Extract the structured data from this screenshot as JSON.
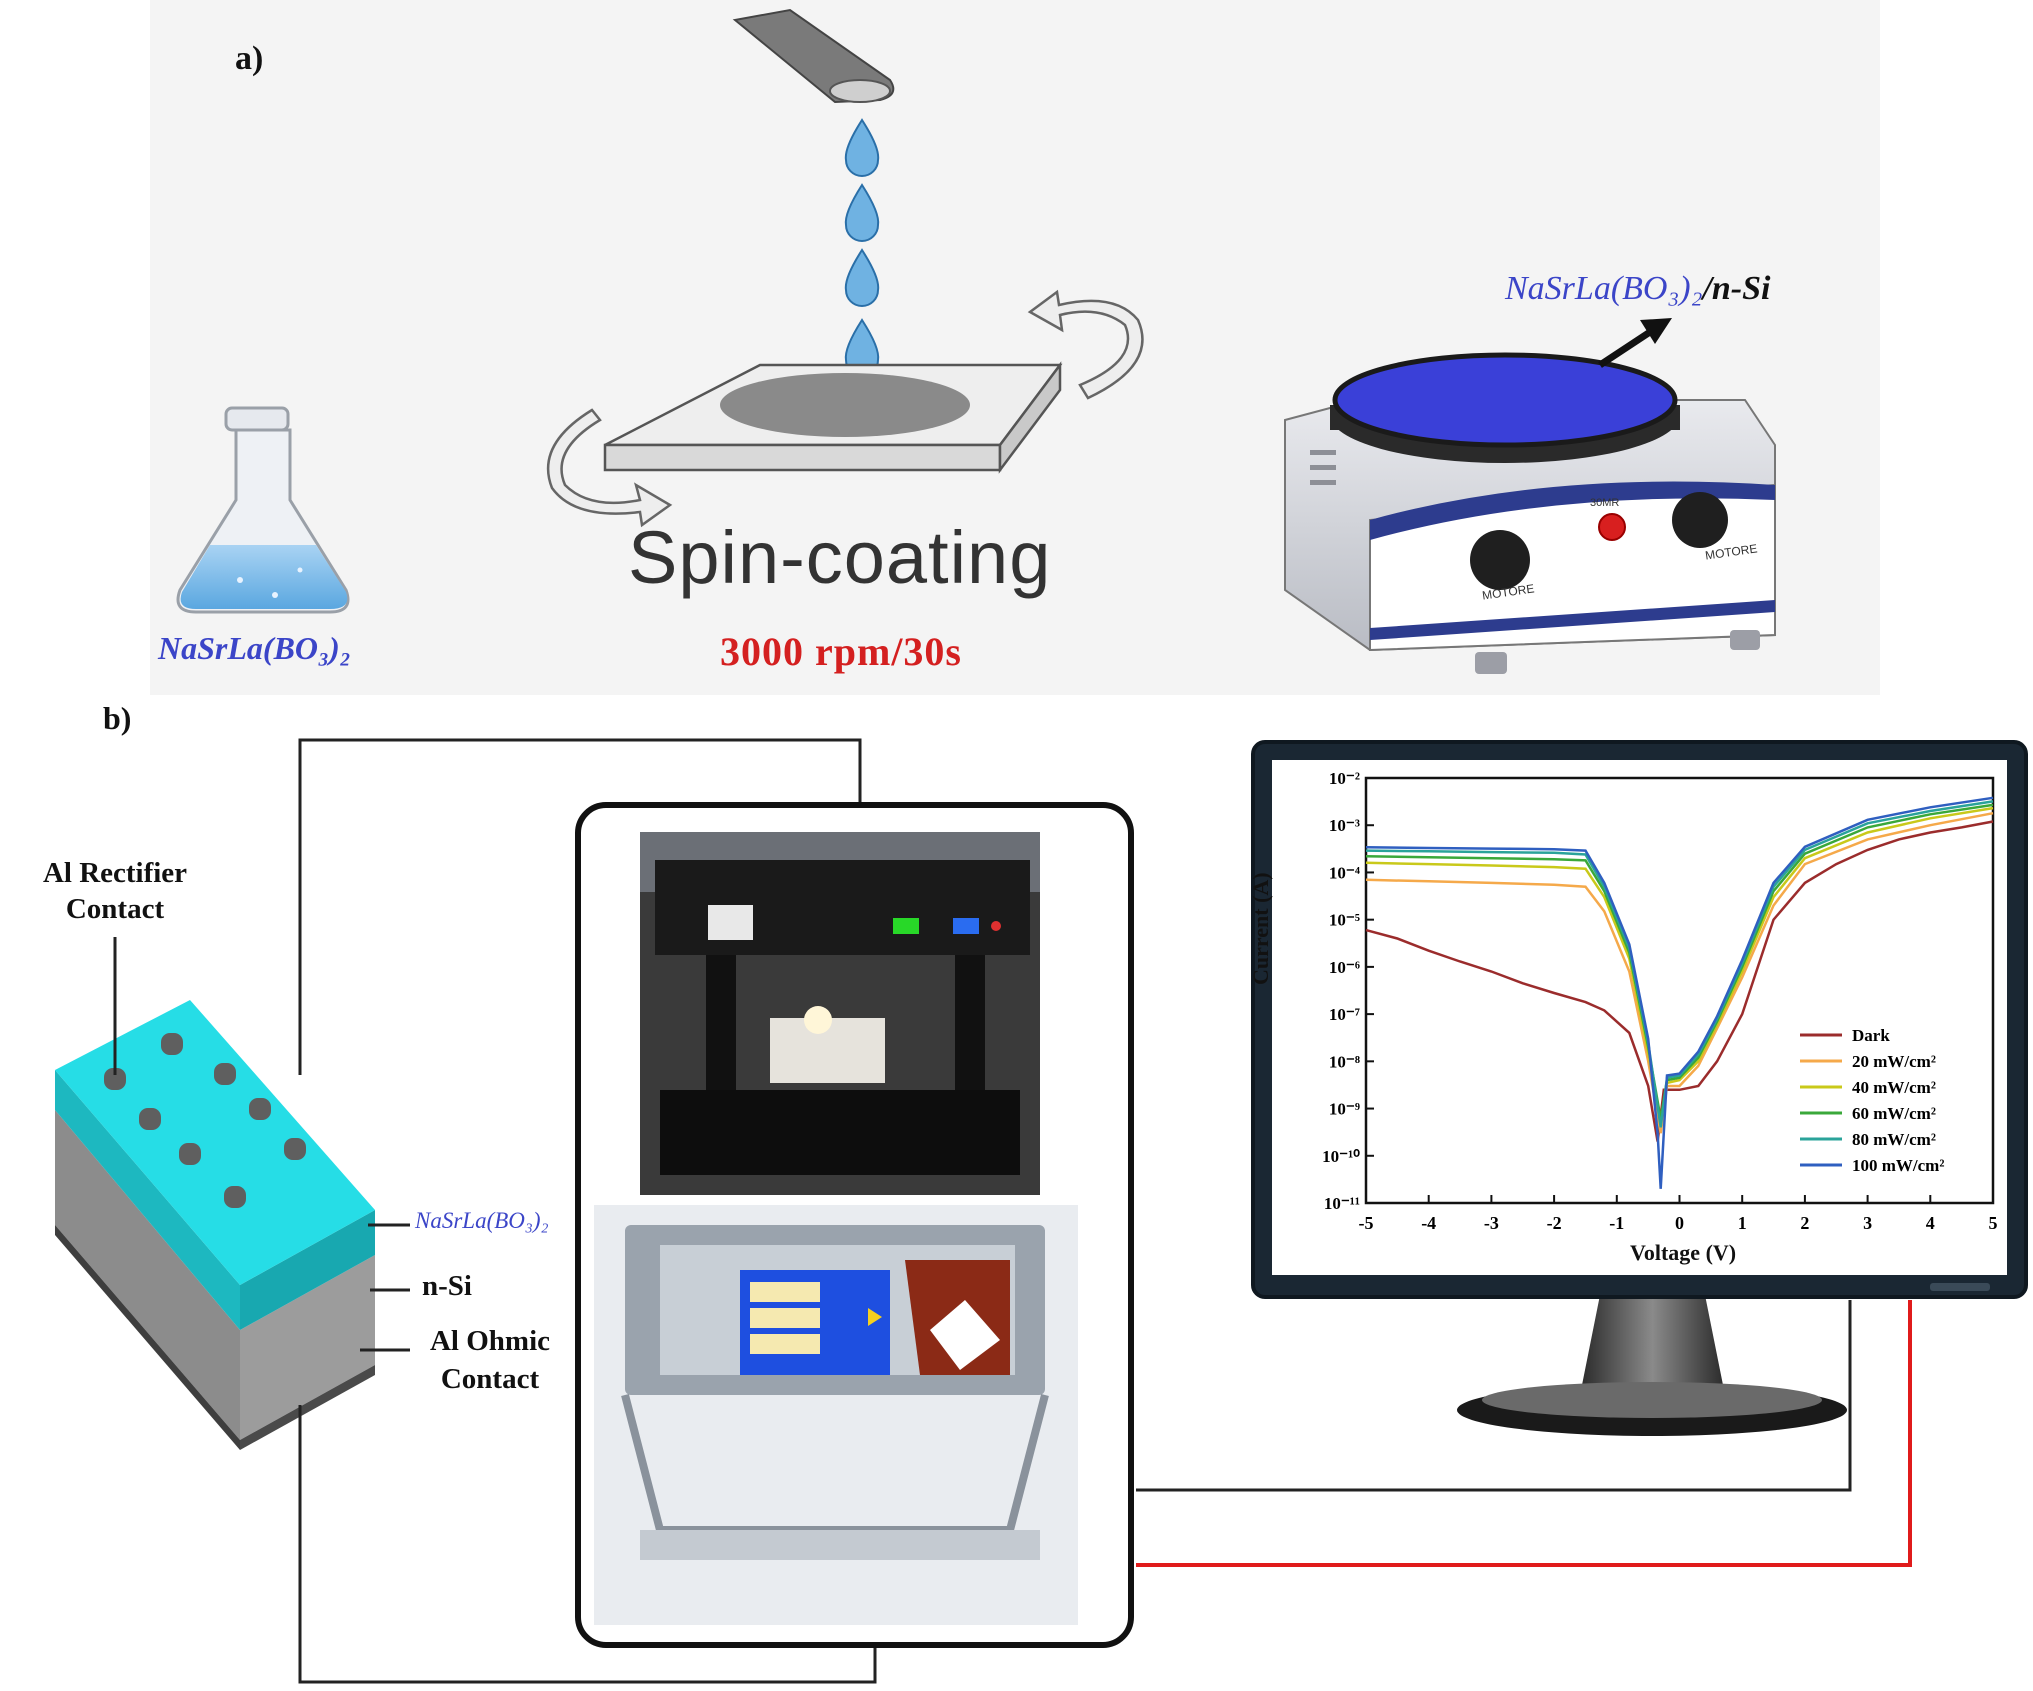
{
  "panel_a": {
    "label": "a)",
    "flask_label": "NaSrLa(BO₃)₂",
    "spin_title": "Spin-coating",
    "spin_params": "3000 rpm/30s",
    "product_label_material": "NaSrLa(BO₃)₂",
    "product_label_substrate": "/n-Si",
    "hotplate_knob_left": "MOTORE",
    "hotplate_knob_right": "MOTORE",
    "hotplate_center": "30MR"
  },
  "panel_b": {
    "label": "b)",
    "device": {
      "rectifier_label_line1": "Al Rectifier",
      "rectifier_label_line2": "Contact",
      "film_label": "NaSrLa(BO₃)₂",
      "substrate_label": "n-Si",
      "ohmic_label_line1": "Al Ohmic",
      "ohmic_label_line2": "Contact"
    }
  },
  "colors": {
    "film": "#22d3dc",
    "substrate": "#b8b8b8",
    "ohmic": "#555555",
    "accent_text_blue": "#3b45c8",
    "accent_text_red": "#d42020",
    "hotplate_disc": "#3a40d8",
    "wire_red": "#e01b1b",
    "wire_black": "#222222"
  },
  "chart_data": {
    "type": "line",
    "xlabel": "Voltage (V)",
    "ylabel": "Current (A)",
    "xlim": [
      -5,
      5
    ],
    "ylim_log10": [
      -11,
      -2
    ],
    "y_scale": "log",
    "xticks": [
      "-5",
      "-4",
      "-3",
      "-2",
      "-1",
      "0",
      "1",
      "2",
      "3",
      "4",
      "5"
    ],
    "yticks": [
      "10⁻¹¹",
      "10⁻¹⁰",
      "10⁻⁹",
      "10⁻⁸",
      "10⁻⁷",
      "10⁻⁶",
      "10⁻⁵",
      "10⁻⁴",
      "10⁻³",
      "10⁻²"
    ],
    "legend_position": "lower-right",
    "series": [
      {
        "name": "Dark",
        "color": "#9b2c2c",
        "x": [
          -5,
          -4.5,
          -4,
          -3.5,
          -3,
          -2.5,
          -2,
          -1.5,
          -1.2,
          -0.8,
          -0.5,
          -0.35,
          -0.25,
          0,
          0.3,
          0.6,
          1,
          1.5,
          2,
          2.5,
          3,
          3.5,
          4,
          4.5,
          5
        ],
        "y": [
          6e-06,
          4e-06,
          2.2e-06,
          1.3e-06,
          8e-07,
          4.5e-07,
          2.8e-07,
          1.8e-07,
          1.2e-07,
          4e-08,
          3e-09,
          2e-10,
          2.5e-09,
          2.5e-09,
          3e-09,
          1e-08,
          1e-07,
          1e-05,
          6e-05,
          0.00015,
          0.0003,
          0.0005,
          0.0007,
          0.0009,
          0.0012
        ]
      },
      {
        "name": "20 mW/cm²",
        "color": "#f5a94a",
        "x": [
          -5,
          -4,
          -3,
          -2,
          -1.5,
          -1.2,
          -0.8,
          -0.5,
          -0.3,
          -0.2,
          0,
          0.3,
          0.6,
          1,
          1.5,
          2,
          3,
          4,
          5
        ],
        "y": [
          7e-05,
          6.5e-05,
          6e-05,
          5.5e-05,
          5e-05,
          1.5e-05,
          8e-07,
          1e-08,
          3e-10,
          3e-09,
          3e-09,
          8e-09,
          5e-08,
          6e-07,
          2e-05,
          0.00015,
          0.0005,
          0.001,
          0.0018
        ]
      },
      {
        "name": "40 mW/cm²",
        "color": "#c9c91a",
        "x": [
          -5,
          -4,
          -3,
          -2,
          -1.5,
          -1.2,
          -0.8,
          -0.5,
          -0.3,
          -0.2,
          0,
          0.3,
          0.6,
          1,
          1.5,
          2,
          3,
          4,
          5
        ],
        "y": [
          0.00016,
          0.00015,
          0.00014,
          0.00013,
          0.00012,
          3e-05,
          1.5e-06,
          1.5e-08,
          5e-10,
          3.5e-09,
          4e-09,
          1e-08,
          6e-08,
          8e-07,
          3e-05,
          0.0002,
          0.0007,
          0.0014,
          0.0023
        ]
      },
      {
        "name": "60 mW/cm²",
        "color": "#3aa83a",
        "x": [
          -5,
          -4,
          -3,
          -2,
          -1.5,
          -1.2,
          -0.8,
          -0.5,
          -0.3,
          -0.2,
          0,
          0.3,
          0.6,
          1,
          1.5,
          2,
          3,
          4,
          5
        ],
        "y": [
          0.00022,
          0.00021,
          0.0002,
          0.00019,
          0.00018,
          4e-05,
          2e-06,
          2e-08,
          6e-10,
          4e-09,
          4.5e-09,
          1.2e-08,
          7e-08,
          1e-06,
          4e-05,
          0.00025,
          0.0009,
          0.0017,
          0.0027
        ]
      },
      {
        "name": "80 mW/cm²",
        "color": "#2aa39a",
        "x": [
          -5,
          -4,
          -3,
          -2,
          -1.5,
          -1.2,
          -0.8,
          -0.5,
          -0.3,
          -0.2,
          0,
          0.3,
          0.6,
          1,
          1.5,
          2,
          3,
          4,
          5
        ],
        "y": [
          0.00029,
          0.00028,
          0.00027,
          0.00026,
          0.00024,
          5e-05,
          2.5e-06,
          2.5e-08,
          4e-10,
          4.5e-09,
          5e-09,
          1.4e-08,
          8e-08,
          1.2e-06,
          5e-05,
          0.0003,
          0.0011,
          0.002,
          0.0032
        ]
      },
      {
        "name": "100 mW/cm²",
        "color": "#2f5fc0",
        "x": [
          -5,
          -4,
          -3,
          -2,
          -1.5,
          -1.2,
          -0.8,
          -0.5,
          -0.35,
          -0.3,
          -0.2,
          0,
          0.3,
          0.6,
          1,
          1.5,
          2,
          3,
          4,
          5
        ],
        "y": [
          0.00034,
          0.00033,
          0.00032,
          0.00031,
          0.00029,
          6e-05,
          3e-06,
          3e-08,
          3e-10,
          2e-11,
          5e-09,
          5.5e-09,
          1.6e-08,
          9e-08,
          1.4e-06,
          6e-05,
          0.00035,
          0.0013,
          0.0024,
          0.0038
        ]
      }
    ]
  }
}
